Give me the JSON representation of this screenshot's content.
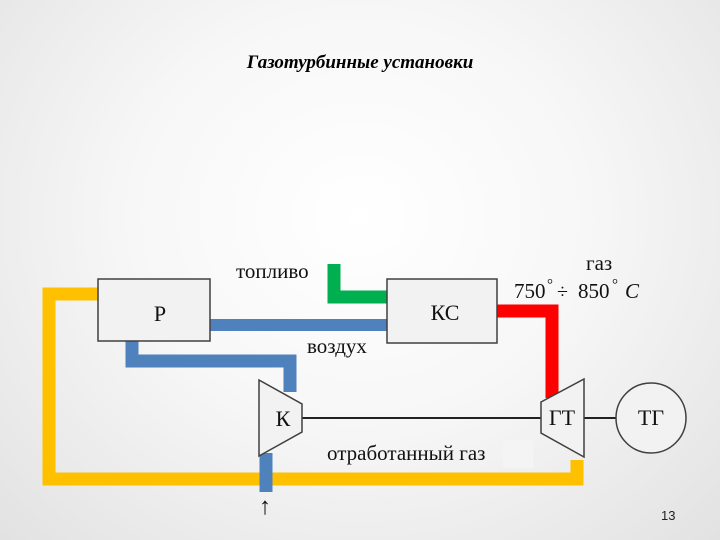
{
  "slide": {
    "title": "Газотурбинные установки",
    "page_number": "13"
  },
  "colors": {
    "flue_gas_loop": "#ffc000",
    "air_line": "#4f81bd",
    "fuel_line": "#00b050",
    "hot_gas_line": "#ff0000",
    "box_fill": "#f2f2f2",
    "box_stroke": "#404040"
  },
  "diagram": {
    "boxes": {
      "regenerator": "Р",
      "combustion_chamber": "КС",
      "compressor": "К",
      "gas_turbine": "ГТ",
      "generator": "ТГ"
    },
    "labels": {
      "fuel": "топливо",
      "air": "воздух",
      "gas": "газ",
      "gas_temp_low": "750",
      "gas_temp_sep": "÷",
      "gas_temp_high": "850",
      "gas_temp_unit": "С",
      "degree": "°",
      "exhaust_gas": "отработанный газ",
      "inlet_arrow": "↑"
    }
  }
}
